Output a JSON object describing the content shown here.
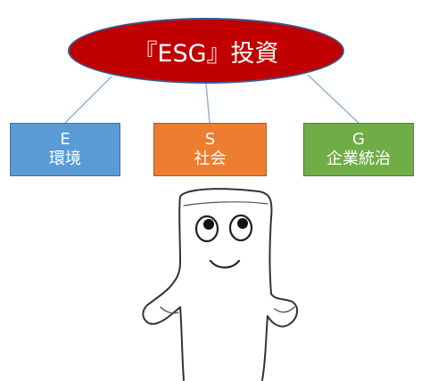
{
  "diagram": {
    "root": {
      "label": "『ESG』投資",
      "color": "#c00000"
    },
    "children": [
      {
        "letter": "E",
        "label": "環境",
        "color": "#5b9bd5"
      },
      {
        "letter": "S",
        "label": "社会",
        "color": "#ed7d31"
      },
      {
        "letter": "G",
        "label": "企業統治",
        "color": "#70ad47"
      }
    ],
    "connector_color": "#8fb4d9"
  },
  "illustration": {
    "icon": "smiling-marshmallow-character-icon"
  }
}
